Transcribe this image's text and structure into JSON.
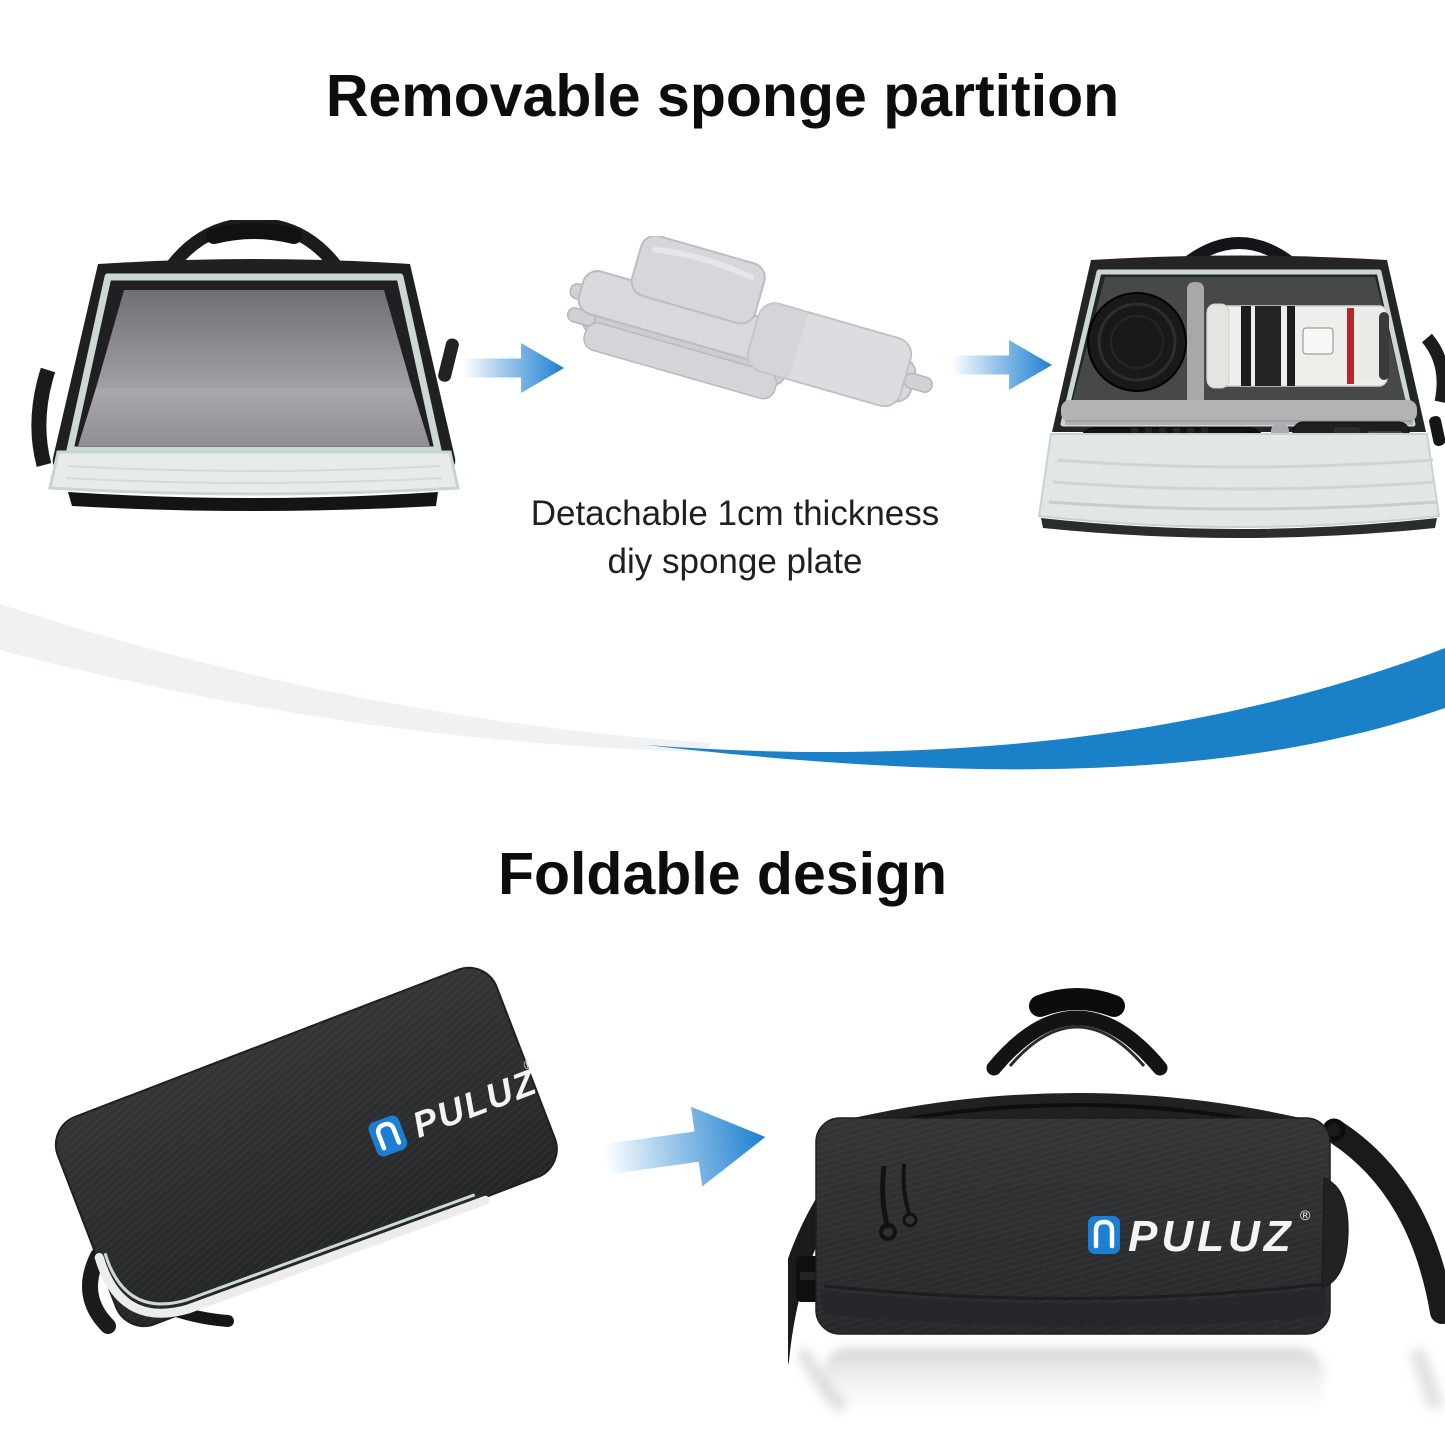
{
  "page": {
    "background": "#ffffff"
  },
  "colors": {
    "accent_blue": "#1a80c8",
    "arrow_blue": "#1c7fd1",
    "logo_blue": "#1d7fd4",
    "swoosh_gray": "#eff1f2",
    "bag_charcoal": "#2d2f31",
    "sponge_gray": "#d9d7db",
    "interior_gray": "#9b989e"
  },
  "removable_section": {
    "title": "Removable sponge partition",
    "caption": {
      "line1": "Detachable 1cm thickness",
      "line2": "diy sponge plate"
    },
    "images": {
      "empty_bag": "open empty camera bag",
      "sponge_stack": "stack of removable sponge partition plates",
      "packed_bag": "open camera bag packed with lenses and DSLR"
    }
  },
  "foldable_section": {
    "title": "Foldable design",
    "images": {
      "folded_bag": "camera bag folded flat",
      "assembled_bag": "assembled shoulder camera bag"
    }
  },
  "brand": {
    "name": "PULUZ",
    "registered_mark": "®"
  }
}
